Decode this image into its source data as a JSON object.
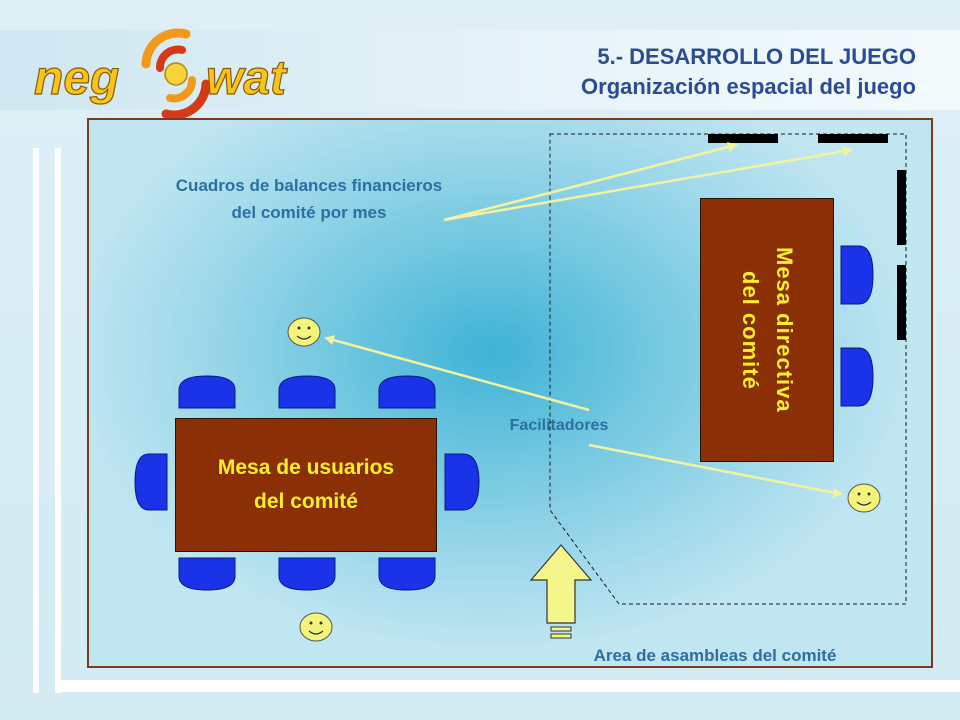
{
  "header": {
    "title": "5.- DESARROLLO DEL JUEGO",
    "subtitle": "Organización espacial del juego"
  },
  "logo": {
    "left_text": "neg",
    "right_text": "wat",
    "colors": {
      "text": "#f7c51a",
      "ring_red": "#d43a1a",
      "ring_orange": "#f19a1a",
      "ring_yellow": "#f8d23a"
    }
  },
  "diagram": {
    "label_boards": "Cuadros de balances financieros del comité por mes",
    "label_facilitators": "Facilitadores",
    "label_assembly_area": "Area de asambleas del comité",
    "table_users": {
      "line1": "Mesa de usuarios",
      "line2": "del comité"
    },
    "table_directive": {
      "line1": "Mesa directiva",
      "line2": "del comité"
    },
    "colors": {
      "table_fill": "#8b2f06",
      "table_text": "#ffef2d",
      "chair_fill": "#1a33e8",
      "label_text": "#2b6fa3",
      "arrow": "#f2f2a0",
      "frame": "#7a3a1c",
      "title_text": "#2a4c92"
    }
  }
}
